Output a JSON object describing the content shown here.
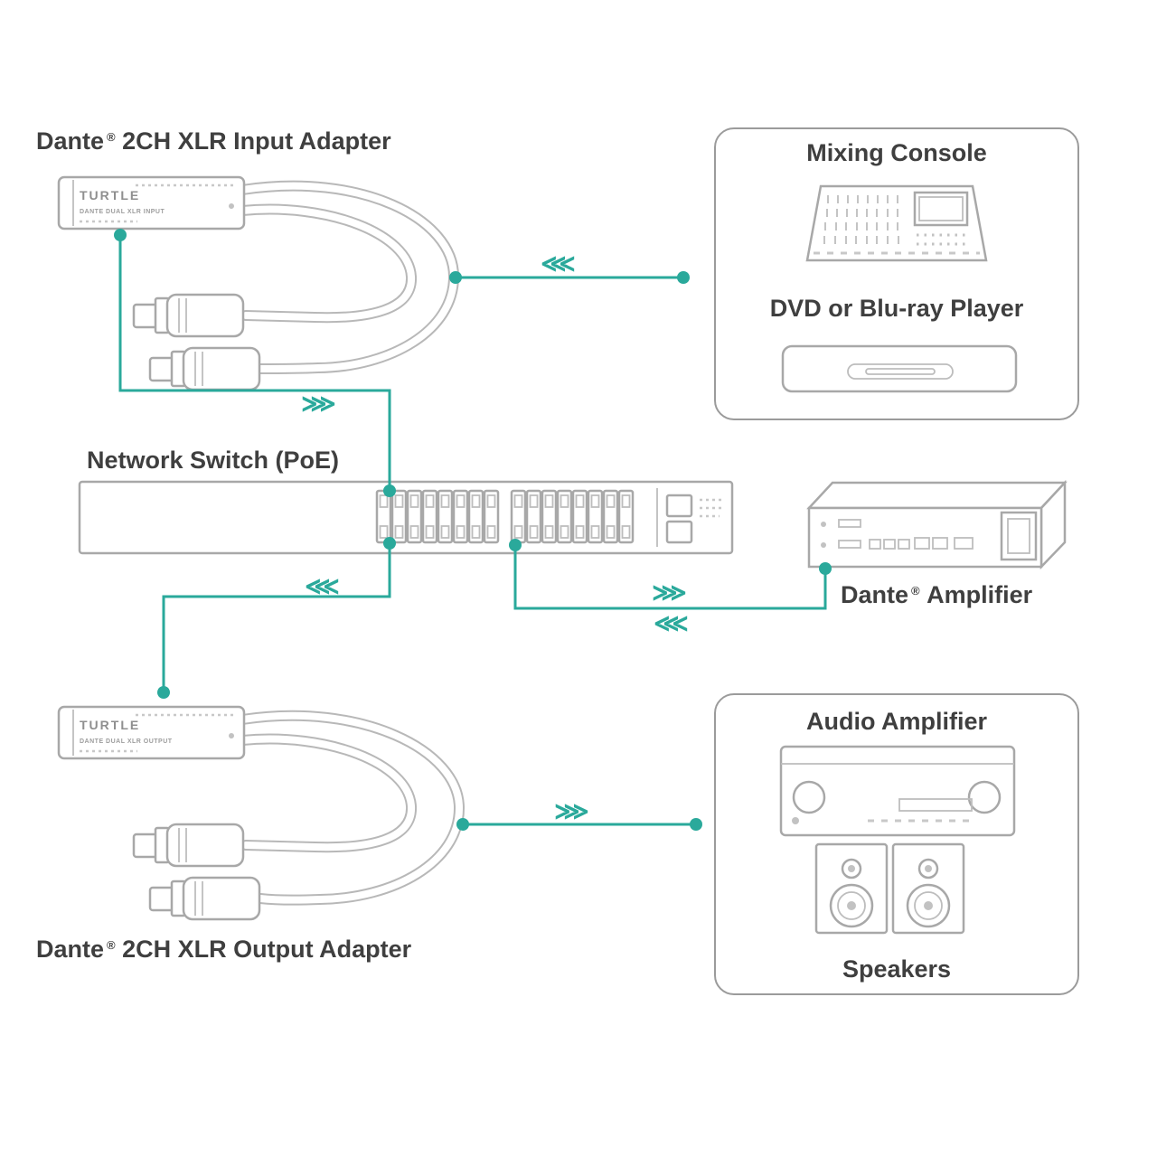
{
  "colors": {
    "accent": "#2AA99B",
    "text": "#3F3F3F",
    "outline": "#A8A8A8"
  },
  "arrows": {
    "left": "⋘",
    "right": "⋙"
  },
  "input_adapter": {
    "brand": "Dante",
    "reg": "®",
    "rest": "2CH XLR Input Adapter",
    "device": {
      "brand": "TURTLE",
      "model": "DANTE DUAL XLR INPUT"
    }
  },
  "output_adapter": {
    "brand": "Dante",
    "reg": "®",
    "rest": "2CH XLR Output Adapter",
    "device": {
      "brand": "TURTLE",
      "model": "DANTE DUAL XLR OUTPUT"
    }
  },
  "network_switch": {
    "label": "Network Switch (PoE)"
  },
  "dante_amplifier": {
    "brand": "Dante",
    "reg": "®",
    "rest": "Amplifier"
  },
  "sources_panel": {
    "mixing_console": "Mixing Console",
    "dvd_player": "DVD or Blu-ray Player"
  },
  "sinks_panel": {
    "audio_amplifier": "Audio Amplifier",
    "speakers": "Speakers"
  }
}
